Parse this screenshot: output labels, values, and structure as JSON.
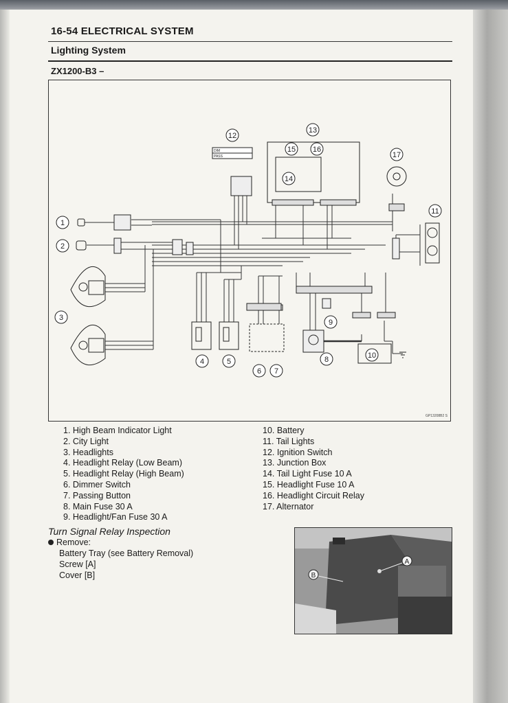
{
  "header": {
    "title": "16-54 ELECTRICAL SYSTEM"
  },
  "section": {
    "title": "Lighting System"
  },
  "model": {
    "label": "ZX1200-B3 –"
  },
  "diagram": {
    "callouts": [
      "1",
      "2",
      "3",
      "4",
      "5",
      "6",
      "7",
      "8",
      "9",
      "10",
      "11",
      "12",
      "13",
      "14",
      "15",
      "16",
      "17"
    ],
    "switch_labels": [
      "DIM",
      "PASS"
    ],
    "code": "GP13208B2 S"
  },
  "legend": {
    "left": [
      "1. High Beam Indicator Light",
      "2. City Light",
      "3. Headlights",
      "4. Headlight Relay (Low Beam)",
      "5. Headlight Relay (High Beam)",
      "6. Dimmer Switch",
      "7. Passing Button",
      "8. Main Fuse 30 A",
      "9. Headlight/Fan Fuse 30 A"
    ],
    "right": [
      "10. Battery",
      "11. Tail Lights",
      "12. Ignition Switch",
      "13. Junction Box",
      "14. Tail Light Fuse 10 A",
      "15. Headlight Fuse 10 A",
      "16. Headlight Circuit Relay",
      "17. Alternator"
    ]
  },
  "inspection": {
    "title": "Turn Signal Relay Inspection",
    "step": "Remove:",
    "items": [
      "Battery Tray (see Battery Removal)",
      "Screw [A]",
      "Cover [B]"
    ]
  },
  "photo": {
    "label_a": "A",
    "label_b": "B"
  }
}
